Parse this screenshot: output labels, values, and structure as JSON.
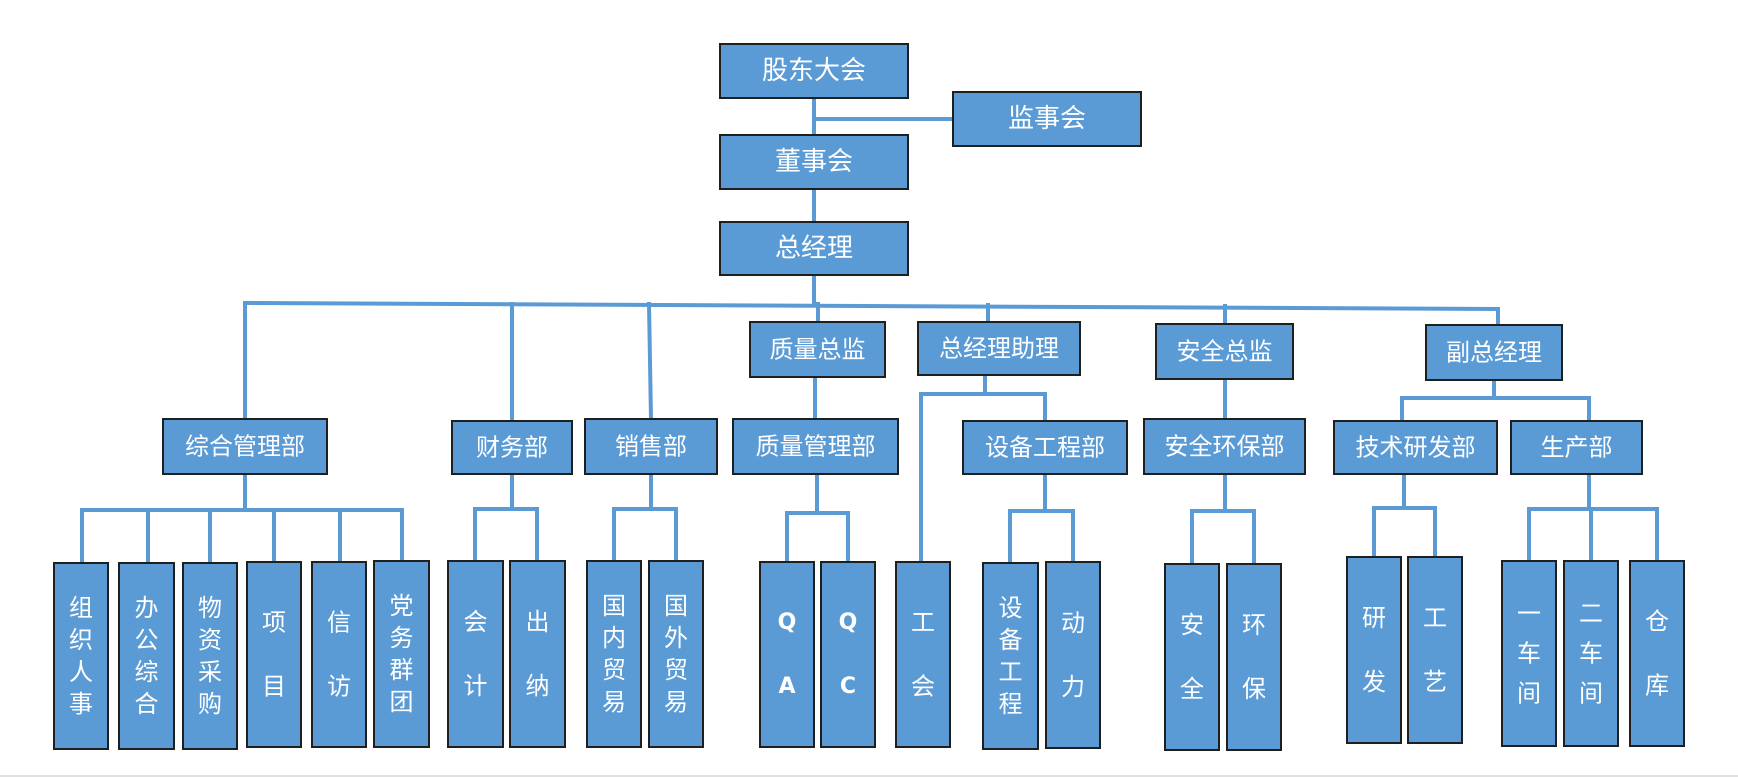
{
  "colors": {
    "box_fill": "#5b9bd5",
    "box_border": "#1f1f1f",
    "connector": "#5b9bd5",
    "text": "#ffffff"
  },
  "nodes": {
    "shareholders": "股东大会",
    "supervisors": "监事会",
    "board": "董事会",
    "gm": "总经理",
    "quality_director": "质量总监",
    "gm_assistant": "总经理助理",
    "safety_director": "安全总监",
    "deputy_gm": "副总经理",
    "general_mgmt": "综合管理部",
    "finance": "财务部",
    "sales": "销售部",
    "quality_mgmt": "质量管理部",
    "equipment_eng": "设备工程部",
    "safety_env": "安全环保部",
    "rnd": "技术研发部",
    "production": "生产部",
    "hr": "组织人事",
    "office": "办公综合",
    "procurement": "物资采购",
    "project": "项目",
    "petition": "信访",
    "party": "党务群团",
    "accounting": "会计",
    "cashier": "出纳",
    "domestic_trade": "国内贸易",
    "foreign_trade": "国外贸易",
    "qa": "QA",
    "qc": "QC",
    "union": "工会",
    "equip_engineering": "设备工程",
    "power": "动力",
    "safety": "安全",
    "env_protection": "环保",
    "research": "研发",
    "process": "工艺",
    "workshop1": "一车间",
    "workshop2": "二车间",
    "warehouse": "仓库"
  }
}
